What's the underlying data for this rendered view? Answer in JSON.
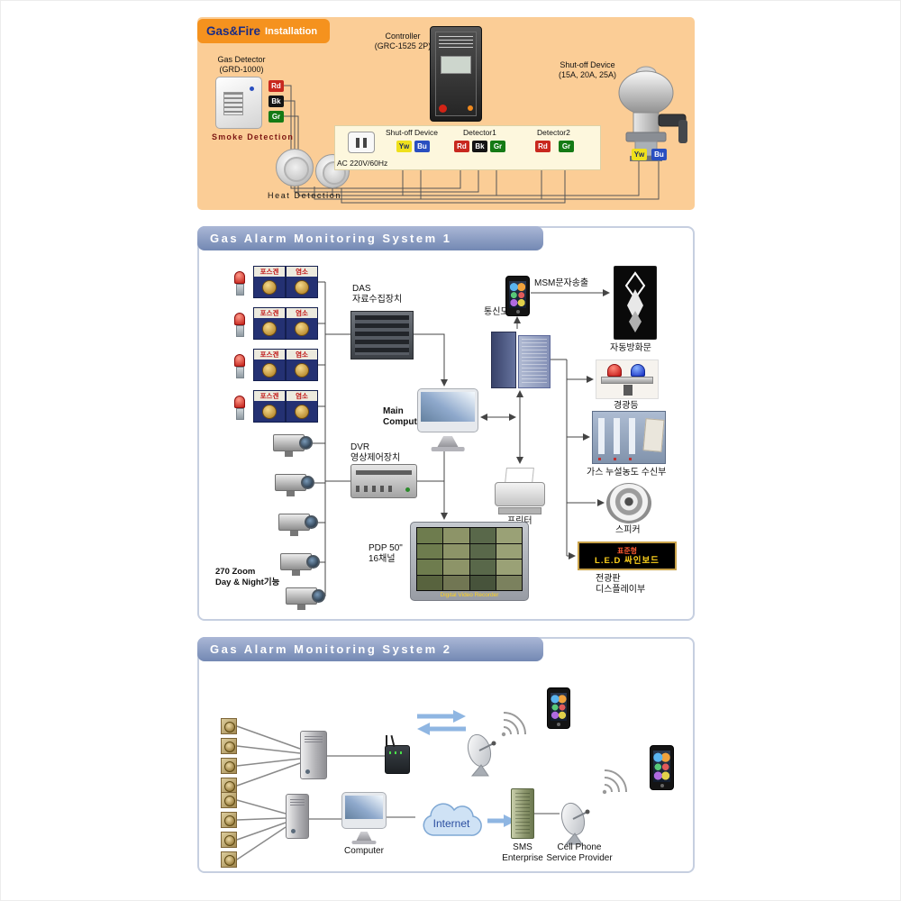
{
  "panel1": {
    "badge": {
      "brand": "Gas&Fire",
      "suffix": "Installation"
    },
    "gas_detector_label": "Gas Detector\n(GRD-1000)",
    "controller_label": "Controller\n(GRC-1525 2P)",
    "shutoff_label": "Shut-off Device\n(15A, 20A, 25A)",
    "smoke_detection": "Smoke Detection",
    "heat_detection": "Heat Detection",
    "ac_power": "AC 220V/60Hz",
    "strip": {
      "shutoff": "Shut-off Device",
      "detector1": "Detector1",
      "detector2": "Detector2"
    },
    "t": {
      "rd": "Rd",
      "bk": "Bk",
      "gr": "Gr",
      "yw": "Yw",
      "bu": "Bu"
    },
    "colors": {
      "rd": "#c8281e",
      "bk": "#141414",
      "gr": "#157a15",
      "yw": "#efe01c",
      "bu": "#2a4fc0",
      "panel_bg": "#fbcd96",
      "badge_bg": "#f5921e"
    }
  },
  "panel2": {
    "title": "Gas Alarm Monitoring System 1",
    "groups": [
      {
        "a": "포스겐",
        "b": "염소"
      },
      {
        "a": "포스겐",
        "b": "염소"
      },
      {
        "a": "포스겐",
        "b": "염소"
      },
      {
        "a": "포스겐",
        "b": "염소"
      }
    ],
    "das_label": "DAS\n자료수집장치",
    "comm_label": "통신모듈",
    "msm_label": "MSM문자송출",
    "firedoor_label": "자동방화문",
    "beacon_label": "경광등",
    "receiver_label": "가스 누설농도 수신부",
    "speaker_label": "스피커",
    "ledsign_label": "전광판\n디스플레이부",
    "led_sign": {
      "line1": "표준형",
      "line2": "L.E.D 싸인보드"
    },
    "main_label": "Main\nComputer",
    "dvr_label": "DVR\n영상제어장치",
    "printer_label": "프린터",
    "pdp_label": "PDP 50\"\n16채널",
    "pdp_badge": "Digital Video Recorder",
    "zoom_label": "270 Zoom\nDay & Night기능"
  },
  "panel3": {
    "title": "Gas Alarm Monitoring System 2",
    "computer_label": "Computer",
    "sms_label": "SMS\nEnterprise",
    "cell_label": "Cell Phone\nService Provider",
    "internet_label": "Internet"
  }
}
